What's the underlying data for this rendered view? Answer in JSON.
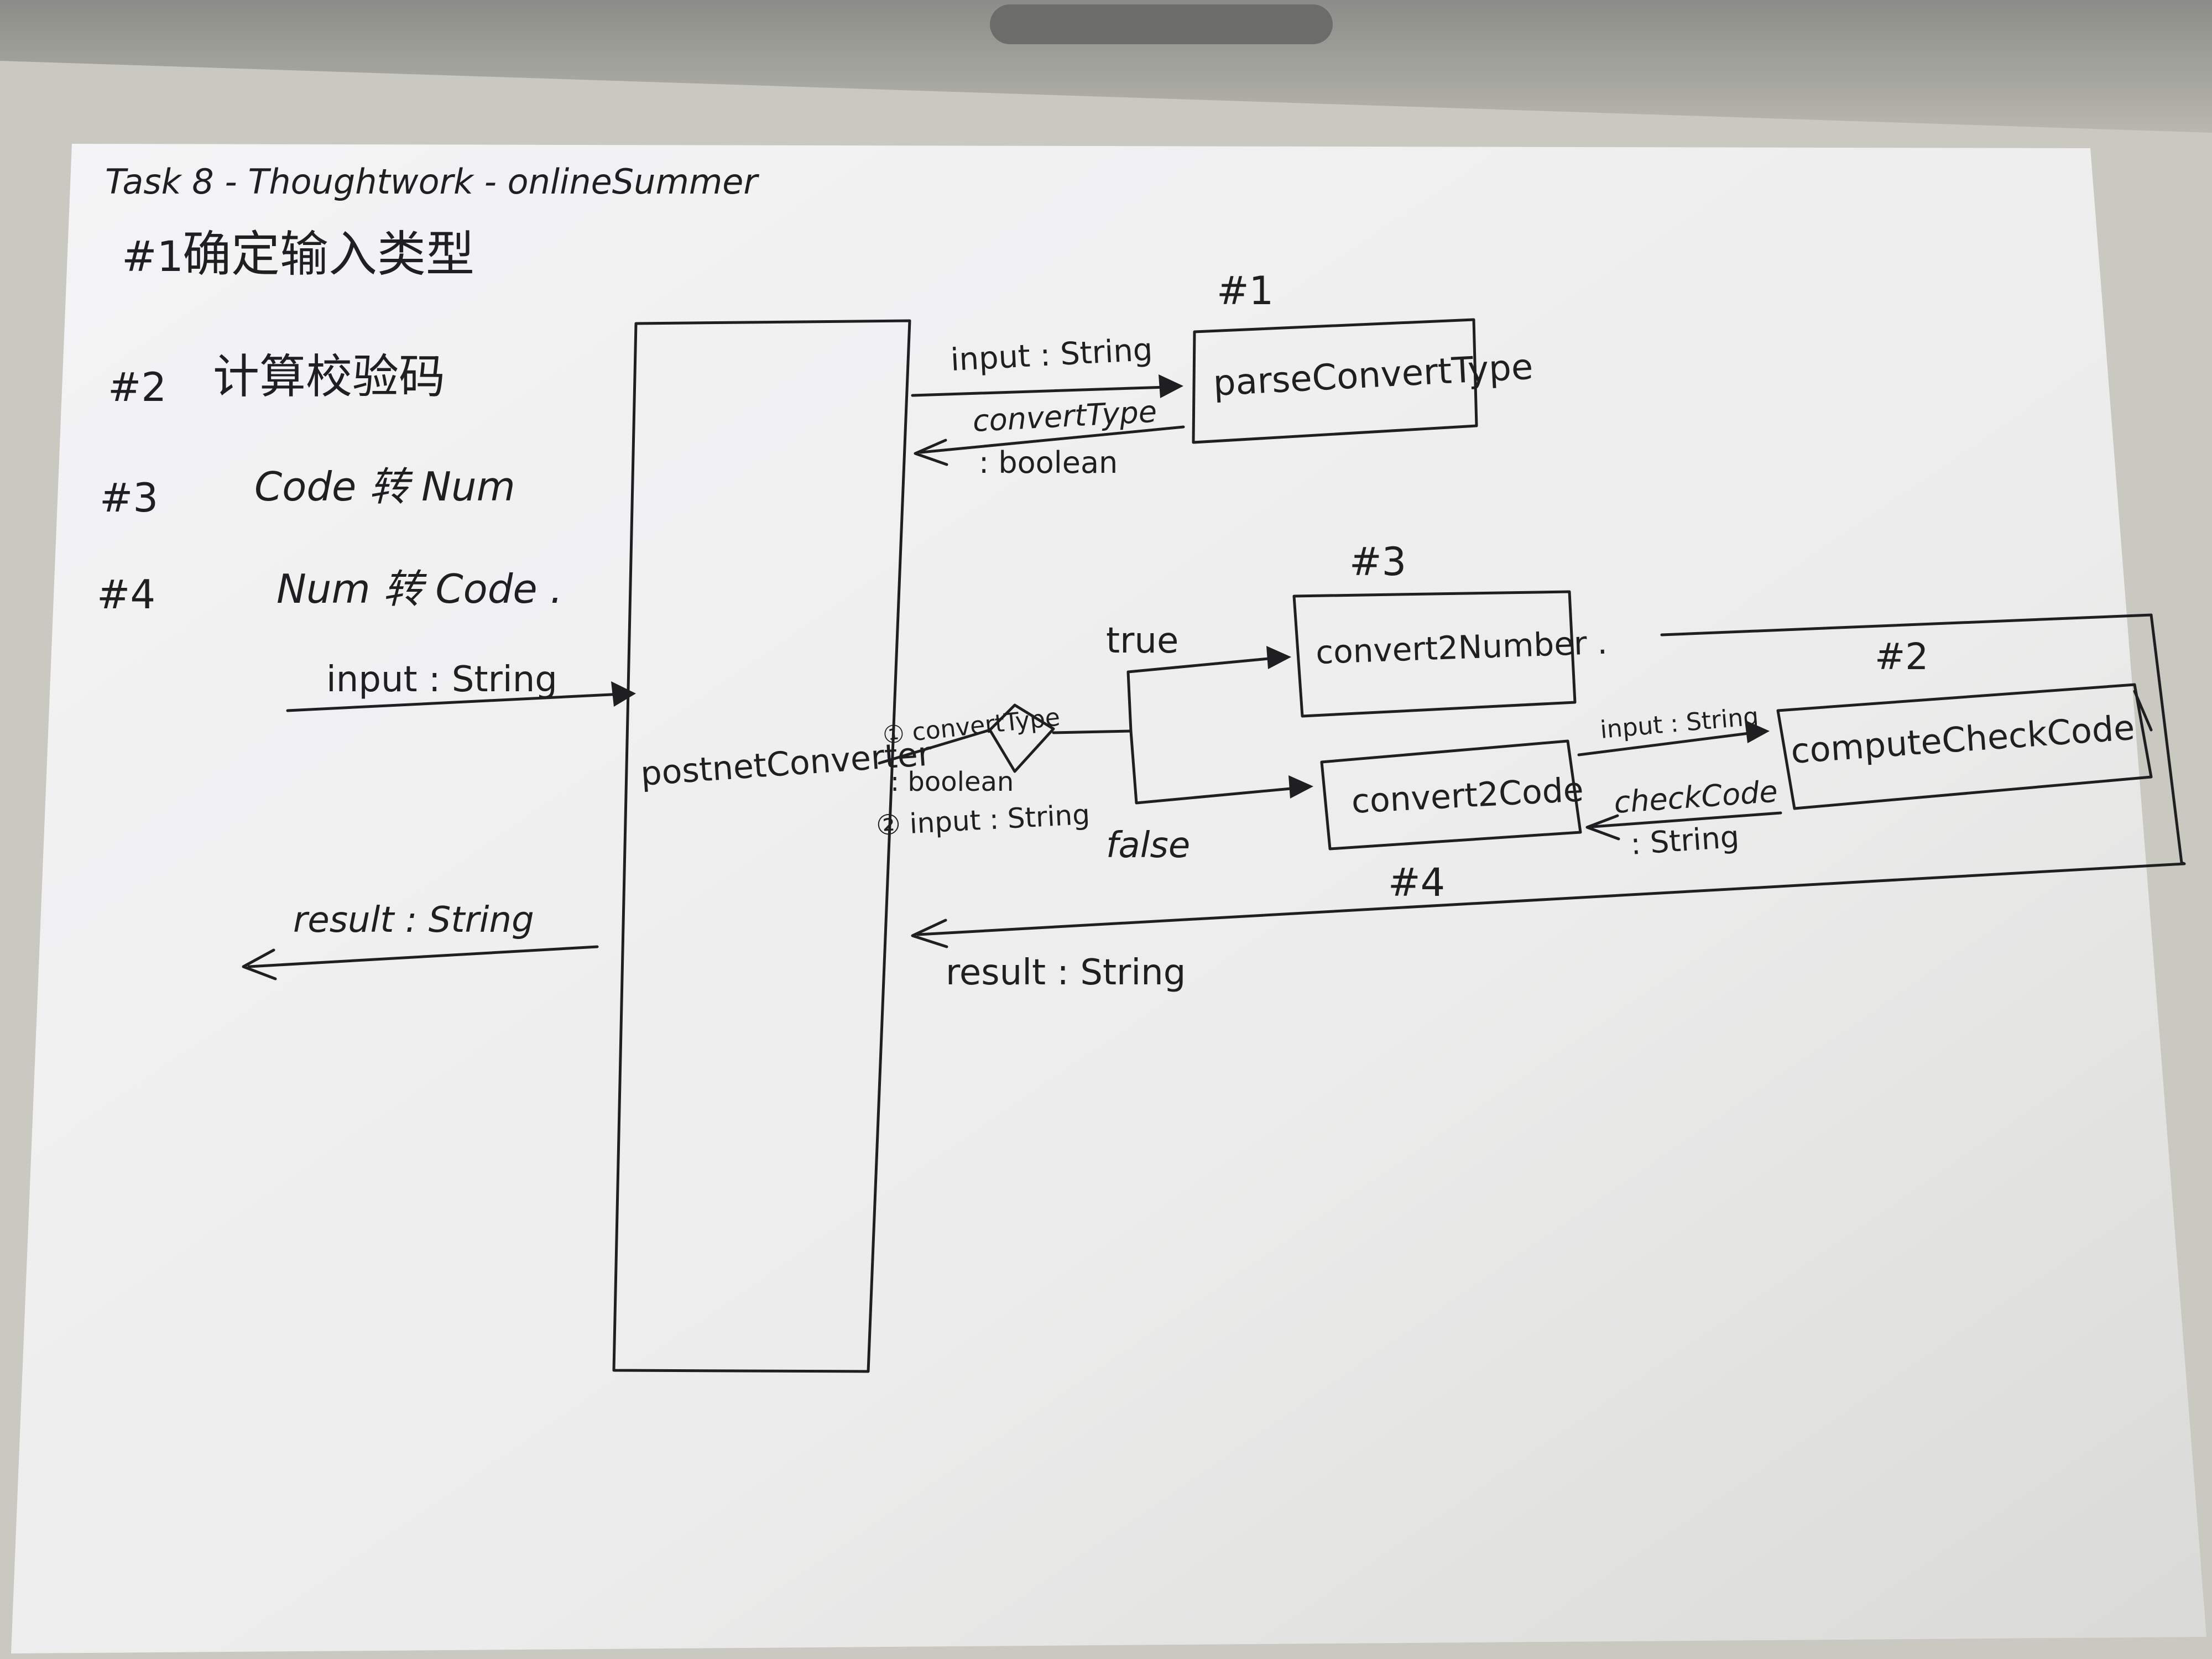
{
  "colors": {
    "paper": "#efefef",
    "ink": "#1f1f22",
    "background": "#c9c9c1"
  },
  "title": "Task 8 - Thoughtwork - onlineSummer",
  "steps": [
    {
      "num": "#1",
      "text": "确定输入类型"
    },
    {
      "num": "#2",
      "text": "计算校验码"
    },
    {
      "num": "#3",
      "text": "Code 转 Num"
    },
    {
      "num": "#4",
      "text": "Num 转 Code ."
    }
  ],
  "main_box": {
    "label": "postnetConverter"
  },
  "left_input": {
    "label": "input : String"
  },
  "left_result": {
    "label": "result : String"
  },
  "parse": {
    "num": "#1",
    "label": "parseConvertType",
    "arrow_in": "input : String",
    "arrow_out_1": "convertType",
    "arrow_out_2": ": boolean"
  },
  "decision": {
    "label_1": "① convertType",
    "label_2": ": boolean",
    "label_3": "② input : String",
    "true_label": "true",
    "false_label": "false"
  },
  "convert_num": {
    "num": "#3",
    "label": "convert2Number ."
  },
  "convert_code": {
    "num": "#4",
    "label": "convert2Code"
  },
  "check": {
    "num": "#2",
    "label": "computeCheckCode",
    "arrow_in": "input : String",
    "arrow_out_1": "checkCode",
    "arrow_out_2": ": String"
  },
  "bottom_result": {
    "label": "result : String"
  }
}
